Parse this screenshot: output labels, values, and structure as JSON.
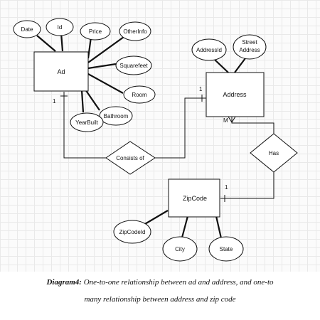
{
  "diagram": {
    "entities": {
      "ad": "Ad",
      "address": "Address",
      "zipcode": "ZipCode"
    },
    "attributes": {
      "date": "Date",
      "id": "Id",
      "price": "Price",
      "otherinfo": "OtherInfo",
      "squarefeet": "Squarefeet",
      "room": "Room",
      "bathroom": "Bathroom",
      "yearbuilt": "YearBuilt",
      "addressid": "AddressId",
      "street_line1": "Street",
      "street_line2": "Address",
      "zipcodeid": "ZipCodeId",
      "city": "City",
      "state": "State"
    },
    "relationships": {
      "consists_of": "Consists of",
      "has": "Has"
    },
    "cardinalities": {
      "ad_consists": "1",
      "address_consists": "1",
      "address_has": "M",
      "zipcode_has": "1"
    }
  },
  "caption": {
    "label": "Diagram4:",
    "line1": "One-to-one relationship between ad and address, and one-to",
    "line2": "many relationship between address and zip code"
  }
}
